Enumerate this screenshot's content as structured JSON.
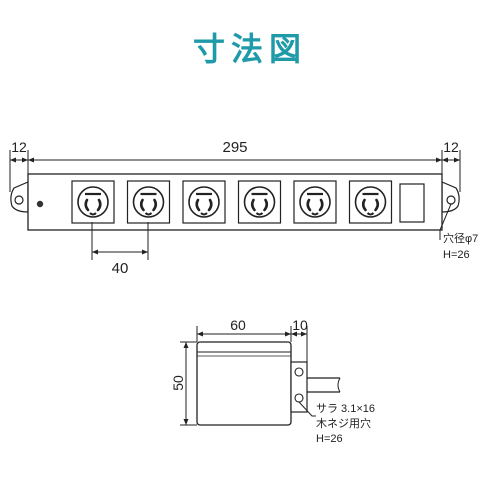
{
  "title": "寸法図",
  "top_view": {
    "dim_left_margin": "12",
    "dim_total_length": "295",
    "dim_right_margin": "12",
    "dim_outlet_pitch": "40",
    "hole_note_line1": "穴径φ7",
    "hole_note_line2": "H=26",
    "outlet_count": 6
  },
  "side_view": {
    "dim_depth": "60",
    "dim_plug_depth": "10",
    "dim_height": "50",
    "screw_note_line1": "サラ 3.1×16",
    "screw_note_line2": "木ネジ用穴",
    "screw_note_line3": "H=26"
  },
  "colors": {
    "title": "#1f9aa8",
    "line": "#222222",
    "accent": "#3a8fb0"
  }
}
